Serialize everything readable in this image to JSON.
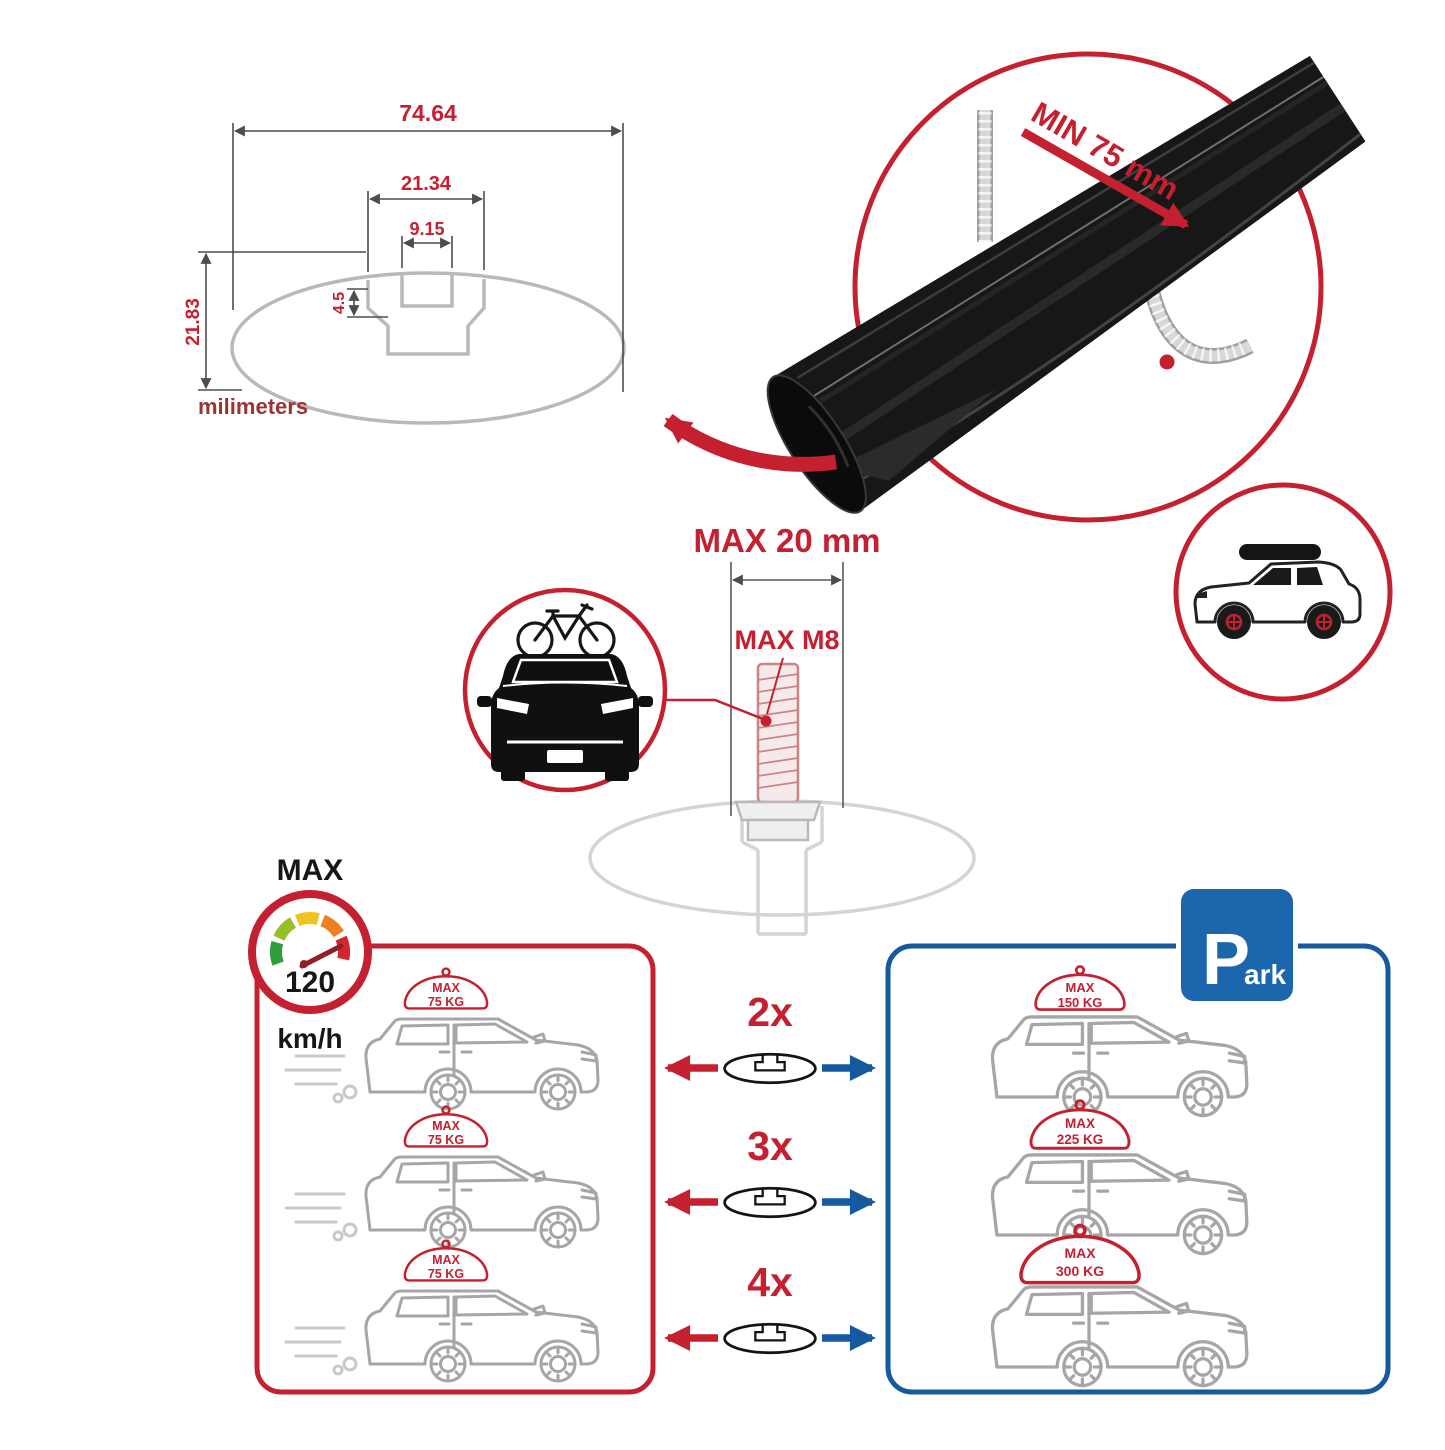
{
  "profile_dimensions": {
    "total_width": "74.64",
    "channel_outer_width": "21.34",
    "channel_inner_width": "9.15",
    "slot_depth": "4.5",
    "total_height": "21.83",
    "units": "milimeters"
  },
  "clamp": {
    "min_grip": "MIN 75 mm"
  },
  "bolt": {
    "max_length": "MAX 20 mm",
    "max_size": "MAX M8"
  },
  "speed": {
    "label": "MAX",
    "value": "120",
    "unit": "km/h"
  },
  "park": {
    "p": "P",
    "ark": "ark"
  },
  "multipliers": {
    "two": "2x",
    "three": "3x",
    "four": "4x"
  },
  "driving_cars": [
    {
      "max": "MAX",
      "weight": "75 KG"
    },
    {
      "max": "MAX",
      "weight": "75 KG"
    },
    {
      "max": "MAX",
      "weight": "75 KG"
    }
  ],
  "parked_cars": [
    {
      "max": "MAX",
      "weight": "150 KG"
    },
    {
      "max": "MAX",
      "weight": "225 KG"
    },
    {
      "max": "MAX",
      "weight": "300 KG"
    }
  ],
  "colors": {
    "red": "#c5202f",
    "blue": "#15599f",
    "gray_line": "#b9b9b9",
    "dark": "#161616"
  }
}
